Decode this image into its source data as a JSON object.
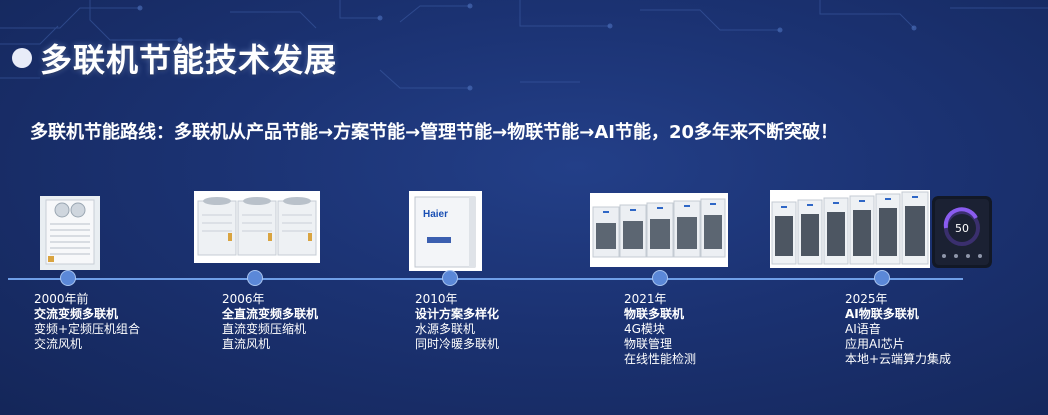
{
  "slide": {
    "title": "多联机节能技术发展",
    "subtitle": "多联机节能路线：多联机从产品节能→方案节能→管理节能→物联节能→AI节能，20多年来不断突破！"
  },
  "photos": {
    "brand_logo": "Haier",
    "controller_reading": "50"
  },
  "timeline": [
    {
      "year": "2000年前",
      "headline": "交流变频多联机",
      "details": [
        "变频+定频压机组合",
        "交流风机"
      ]
    },
    {
      "year": "2006年",
      "headline": "全直流变频多联机",
      "details": [
        "直流变频压缩机",
        "直流风机"
      ]
    },
    {
      "year": "2010年",
      "headline": "设计方案多样化",
      "details": [
        "水源多联机",
        "同时冷暖多联机"
      ]
    },
    {
      "year": "2021年",
      "headline": "物联多联机",
      "details": [
        "4G模块",
        "物联管理",
        "在线性能检测"
      ]
    },
    {
      "year": "2025年",
      "headline": "AI物联多联机",
      "details": [
        "AI语音",
        "应用AI芯片",
        "本地+云端算力集成"
      ]
    }
  ],
  "colors": {
    "background": "#1b3272",
    "timeline": "#6f9fe8",
    "dot": "#5b88d8",
    "text": "#ffffff"
  }
}
